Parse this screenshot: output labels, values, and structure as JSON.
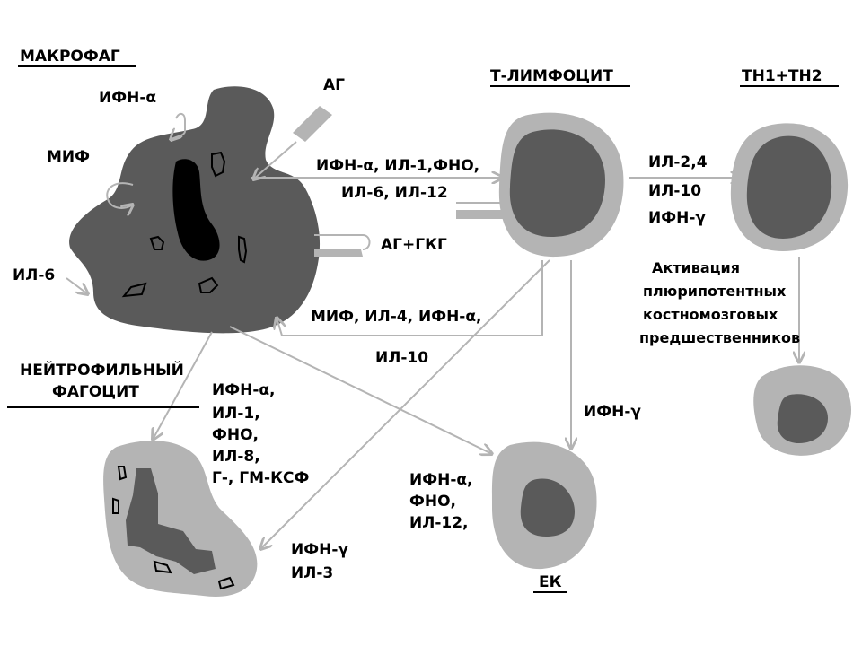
{
  "titles": {
    "macrophage": "МАКРОФАГ",
    "t_lymphocyte": "Т-ЛИМФОЦИТ",
    "th": "ТН1+ТН2",
    "neutrophil_line1": "НЕЙТРОФИЛЬНЫЙ",
    "neutrophil_line2": "ФАГОЦИТ",
    "nk": "ЕК"
  },
  "labels": {
    "ifn_alpha_top": "ИФН-α",
    "mif": "МИФ",
    "il6": "ИЛ-6",
    "ag": "АГ",
    "ag_gkg": "АГ+ГКГ",
    "mac_to_t_1": "ИФН-α, ИЛ-1,ФНО,",
    "mac_to_t_2": "ИЛ-6, ИЛ-12",
    "t_to_th_1": "ИЛ-2,4",
    "t_to_th_2": "ИЛ-10",
    "t_to_th_3": "ИФН-γ",
    "activation_1": "Активация",
    "activation_2": "плюрипотентных",
    "activation_3": "костномозговых",
    "activation_4": "предшественников",
    "t_to_mac_1": "МИФ, ИЛ-4, ИФН-α,",
    "t_to_mac_2": "ИЛ-10",
    "neut_1": "ИФН-α,",
    "neut_2": "ИЛ-1,",
    "neut_3": "ФНО,",
    "neut_4": "ИЛ-8,",
    "neut_5": "Г-, ГМ-КСФ",
    "t_to_nk": "ИФН-γ",
    "nk_1": "ИФН-α,",
    "nk_2": "ФНО,",
    "nk_3": "ИЛ-12,",
    "t_to_neut_1": "ИФН-γ",
    "t_to_neut_2": "ИЛ-3"
  },
  "colors": {
    "cell_dark": "#5a5a5a",
    "cell_light": "#b4b4b4",
    "nucleus": "#000000",
    "arrow": "#b4b4b4"
  }
}
